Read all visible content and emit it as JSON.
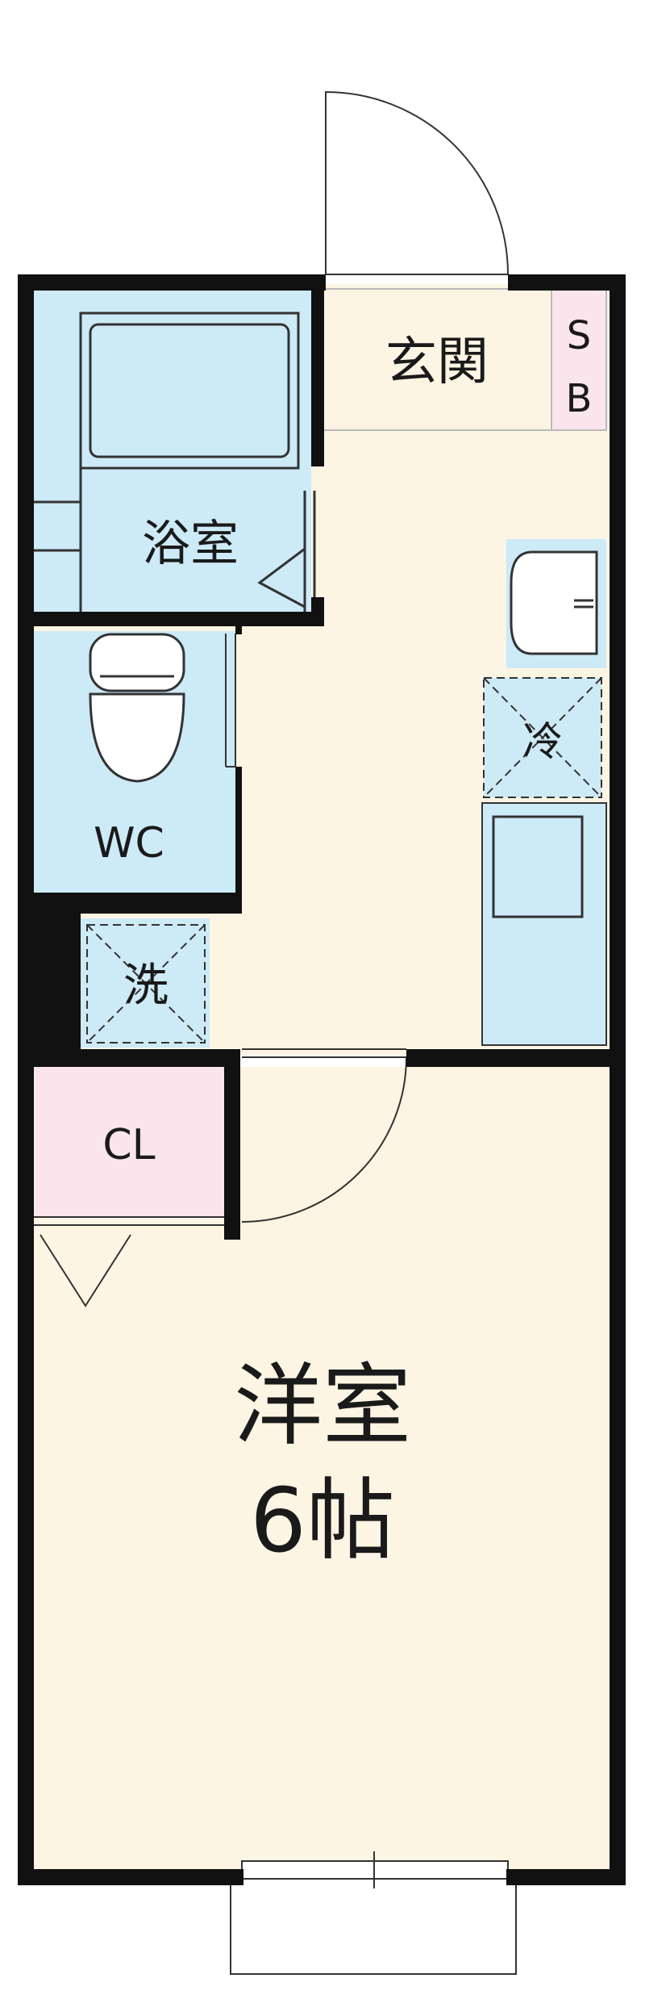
{
  "rooms": {
    "genkan": "玄関",
    "shoe_box_s": "S",
    "shoe_box_b": "B",
    "bathroom": "浴室",
    "refrigerator": "冷",
    "toilet": "WC",
    "washer": "洗",
    "closet": "CL",
    "western_room": "洋室",
    "western_room_size": "6帖"
  },
  "colors": {
    "wall": "#111111",
    "floor_beige": "#fdf5e3",
    "wet_area_blue": "#cdeaf7",
    "storage_pink": "#fbe5ec"
  }
}
